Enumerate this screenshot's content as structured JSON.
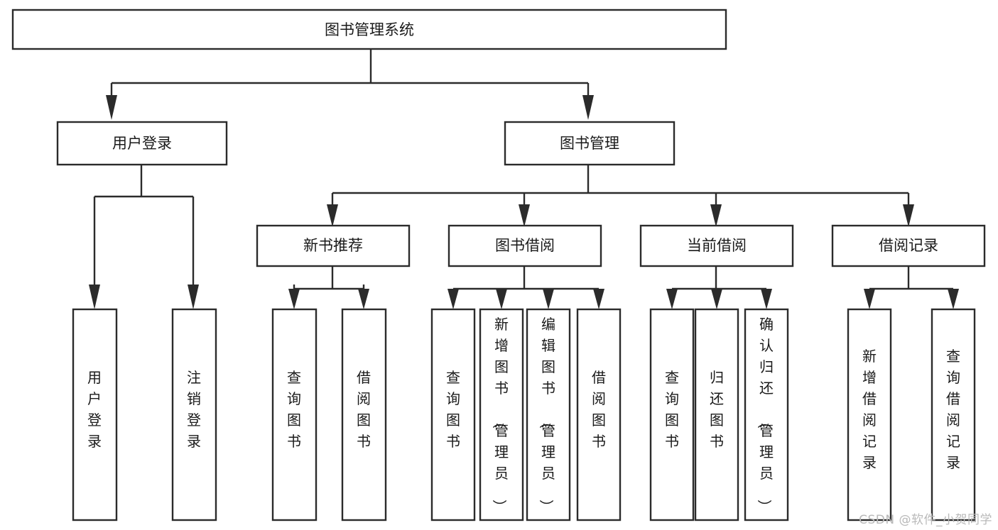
{
  "diagram": {
    "type": "tree",
    "title": "图书管理系统",
    "root": {
      "label": "图书管理系统"
    },
    "level2": [
      {
        "label": "用户登录"
      },
      {
        "label": "图书管理"
      }
    ],
    "level3": [
      {
        "label": "新书推荐"
      },
      {
        "label": "图书借阅"
      },
      {
        "label": "当前借阅"
      },
      {
        "label": "借阅记录"
      }
    ],
    "leaves": {
      "user_login": [
        {
          "label": "用户登录"
        },
        {
          "label": "注销登录"
        }
      ],
      "new_book_recommend": [
        {
          "label": "查询图书"
        },
        {
          "label": "借阅图书"
        }
      ],
      "book_borrow": [
        {
          "label": "查询图书"
        },
        {
          "label": "新增图书（管理员）"
        },
        {
          "label": "编辑图书（管理员）"
        },
        {
          "label": "借阅图书"
        }
      ],
      "current_borrow": [
        {
          "label": "查询图书"
        },
        {
          "label": "归还图书"
        },
        {
          "label": "确认归还（管理员）"
        }
      ],
      "borrow_record": [
        {
          "label": "新增借阅记录"
        },
        {
          "label": "查询借阅记录"
        }
      ]
    }
  },
  "watermark": {
    "text": "CSDN @软件_小贺同学"
  },
  "colors": {
    "box_stroke": "#2b2b2b",
    "box_fill": "#ffffff",
    "text": "#1a1a1a",
    "watermark": "#b9b9b9",
    "background": "#ffffff"
  }
}
